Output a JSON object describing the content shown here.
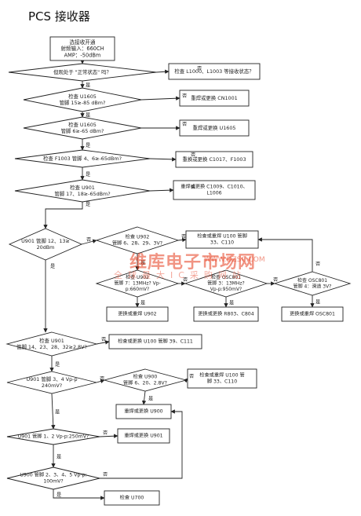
{
  "title": "PCS 接收器",
  "yes": "是",
  "no": "否",
  "nodes": {
    "start": [
      "选接收开通",
      "射频输入：660CH",
      "AMP：-50dBm"
    ],
    "d1": [
      "但观处于 \"正常状态\" 吗？"
    ],
    "a1": [
      "检查 L1000、L1003 等接收状态？"
    ],
    "d2": [
      "检查 U1605",
      "管脚 15≥-85 dBm?"
    ],
    "a2": [
      "重焊或更换 CN1001"
    ],
    "d3": [
      "检查 U1605",
      "管脚 6≥-65 dBm?"
    ],
    "a3": [
      "重焊或更换 U1605"
    ],
    "d4": [
      "检查 F1003 管脚 4、6≥-65dBm?"
    ],
    "a4": [
      "重换或更换 C1017、F1003"
    ],
    "d5": [
      "检查 U901",
      "管脚 17、18≥-65dBm?"
    ],
    "a5": [
      "重焊或更换 C1009、C1010、",
      "L1006"
    ],
    "d6": [
      "U901 管脚 12、13≥",
      "20dBm"
    ],
    "d7": [
      "检查 U902",
      "管脚 6、28、29、3V?"
    ],
    "a7": [
      "检查或重焊 U100 管脚",
      "33、C110"
    ],
    "d8": [
      "检查 U902",
      "管脚 7：13MHz? Vp-",
      "p:660mV?"
    ],
    "a8": [
      "更换或重焊 U902"
    ],
    "d9": [
      "检查 OSC801",
      "管脚 3：13MHz?",
      "Vp-p:950mV?"
    ],
    "a9": [
      "更换或更换 R803、C804"
    ],
    "d10": [
      "检查 OSC801",
      "管脚 4：滑道 3V?"
    ],
    "a10": [
      "更换或重焊 OSC801"
    ],
    "d11": [
      "检查 U901",
      "管脚 14、23、28、32≥2.8V?"
    ],
    "a11": [
      "检查或更换 U100 管脚 39、C111"
    ],
    "d12": [
      "U901 管脚 3、4 Vp-p",
      "240mV?"
    ],
    "d13": [
      "检查 U900",
      "管脚 6、20、2.8V?"
    ],
    "a13": [
      "检查或重焊 U100 管",
      "脚 33、C110"
    ],
    "a14": [
      "重焊或更换 U900"
    ],
    "d15": [
      "U901 管脚 1、2 Vp-p:250mV?"
    ],
    "a15": [
      "重焊或更换 U901"
    ],
    "d16": [
      "U900 管脚 2、3、4、5 Vp-p:",
      "100mV?"
    ],
    "a16": [
      "检查 U700"
    ]
  },
  "watermark": {
    "main": "维库电子市场网",
    "url": "WWW.DZSC.COM",
    "sub": "全球最大IC采购网站"
  }
}
